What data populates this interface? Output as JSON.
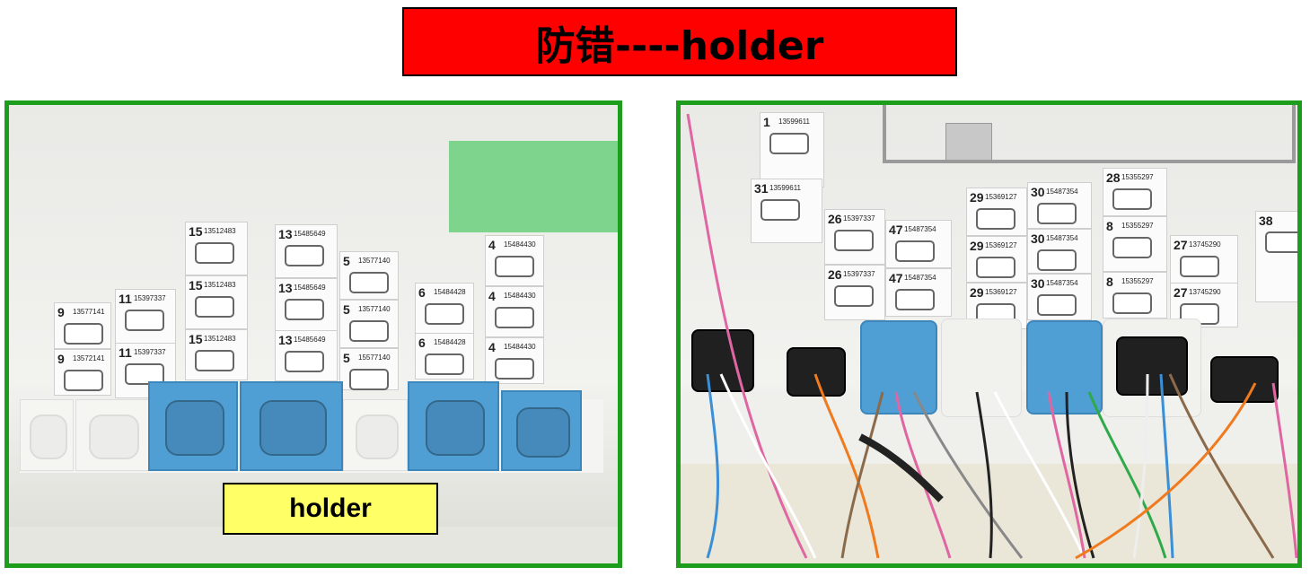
{
  "title": "防错----holder",
  "left_photo": {
    "callout": "holder",
    "labels": [
      {
        "num": "9",
        "pn": "13577141"
      },
      {
        "num": "9",
        "pn": "13572141"
      },
      {
        "num": "11",
        "pn": "15397337"
      },
      {
        "num": "11",
        "pn": "15397337"
      },
      {
        "num": "15",
        "pn": "13512483"
      },
      {
        "num": "15",
        "pn": "13512483"
      },
      {
        "num": "15",
        "pn": "13512483"
      },
      {
        "num": "13",
        "pn": "15485649"
      },
      {
        "num": "13",
        "pn": "15485649"
      },
      {
        "num": "13",
        "pn": "15485649"
      },
      {
        "num": "5",
        "pn": "13577140"
      },
      {
        "num": "5",
        "pn": "13577140"
      },
      {
        "num": "5",
        "pn": "15577140"
      },
      {
        "num": "6",
        "pn": "15484428"
      },
      {
        "num": "6",
        "pn": "15484428"
      },
      {
        "num": "4",
        "pn": "15484430"
      },
      {
        "num": "4",
        "pn": "15484430"
      },
      {
        "num": "4",
        "pn": "15484430"
      }
    ]
  },
  "right_photo": {
    "labels": [
      {
        "num": "1",
        "pn": "13599611"
      },
      {
        "num": "31",
        "pn": "13599611"
      },
      {
        "num": "26",
        "pn": "15397337"
      },
      {
        "num": "26",
        "pn": "15397337"
      },
      {
        "num": "47",
        "pn": "15487354"
      },
      {
        "num": "47",
        "pn": "15487354"
      },
      {
        "num": "29",
        "pn": "15369127"
      },
      {
        "num": "29",
        "pn": "15369127"
      },
      {
        "num": "29",
        "pn": "15369127"
      },
      {
        "num": "30",
        "pn": "15487354"
      },
      {
        "num": "30",
        "pn": "15487354"
      },
      {
        "num": "30",
        "pn": "15487354"
      },
      {
        "num": "28",
        "pn": "15355297"
      },
      {
        "num": "8",
        "pn": "15355297"
      },
      {
        "num": "8",
        "pn": "15355297"
      },
      {
        "num": "27",
        "pn": "13745290"
      },
      {
        "num": "27",
        "pn": "13745290"
      },
      {
        "num": "38",
        "pn": ""
      }
    ]
  }
}
